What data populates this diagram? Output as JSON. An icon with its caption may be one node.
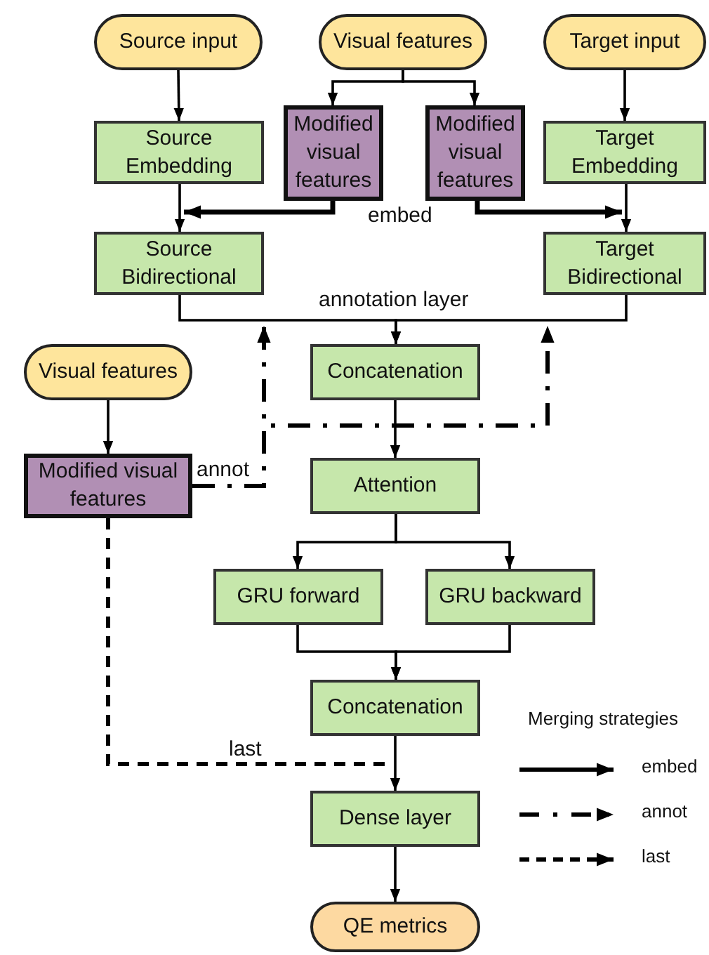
{
  "diagram": {
    "nodes": [
      {
        "text": [
          "Source input"
        ]
      },
      {
        "text": [
          "Visual features"
        ]
      },
      {
        "text": [
          "Target input"
        ]
      },
      {
        "text": [
          "Source Embedding"
        ]
      },
      {
        "text": [
          "Modified visual features"
        ]
      },
      {
        "text": [
          "Modified visual features"
        ]
      },
      {
        "text": [
          "Target Embedding"
        ]
      },
      {
        "text": [
          "Source Bidirectional"
        ]
      },
      {
        "text": [
          "Target Bidirectional"
        ]
      },
      {
        "text": [
          "Visual features"
        ]
      },
      {
        "text": [
          "Modified visual features"
        ]
      },
      {
        "text": [
          "Concatenation"
        ]
      },
      {
        "text": [
          "Attention"
        ]
      },
      {
        "text": [
          "GRU forward"
        ]
      },
      {
        "text": [
          "GRU backward"
        ]
      },
      {
        "text": [
          "Concatenation"
        ]
      },
      {
        "text": [
          "Dense layer"
        ]
      },
      {
        "text": [
          "QE metrics"
        ]
      }
    ],
    "edges": [
      {
        "from": 0,
        "to": 3,
        "arrow": "to"
      },
      {
        "from": 1,
        "to": 4,
        "arrow": "to"
      },
      {
        "from": 1,
        "to": 5,
        "arrow": "to"
      },
      {
        "from": 2,
        "to": 6,
        "arrow": "to"
      },
      {
        "from": 3,
        "to": 7,
        "arrow": "to"
      },
      {
        "from": 6,
        "to": 8,
        "arrow": "to"
      },
      {
        "from": 4,
        "to": 7,
        "arrow": "to",
        "style": "thick"
      },
      {
        "from": 5,
        "to": 8,
        "arrow": "to",
        "style": "thick"
      },
      {
        "from": 7,
        "to": 11,
        "arrow": "to"
      },
      {
        "from": 8,
        "to": 11,
        "arrow": "to"
      },
      {
        "from": 10,
        "to": 7,
        "arrow": "to",
        "style": "dashed"
      },
      {
        "from": 10,
        "to": 8,
        "arrow": "to",
        "style": "dashed"
      },
      {
        "from": 11,
        "to": 12,
        "arrow": "to"
      },
      {
        "from": 12,
        "to": 13,
        "arrow": "to"
      },
      {
        "from": 12,
        "to": 14,
        "arrow": "to"
      },
      {
        "from": 13,
        "to": 15,
        "arrow": "to"
      },
      {
        "from": 14,
        "to": 15,
        "arrow": "to"
      },
      {
        "from": 15,
        "to": 16,
        "arrow": "to"
      },
      {
        "from": 16,
        "to": 17,
        "arrow": "to"
      },
      {
        "from": 10,
        "to": null,
        "arrow": "none",
        "style": "dashed"
      },
      {
        "from": 9,
        "to": 10,
        "arrow": "to"
      }
    ],
    "labels": [
      "embed",
      "annotation layer",
      "annot",
      "last",
      "Merging strategies"
    ],
    "legend": [
      {
        "text": "embed"
      },
      {
        "text": "annot"
      },
      {
        "text": "last"
      }
    ]
  }
}
